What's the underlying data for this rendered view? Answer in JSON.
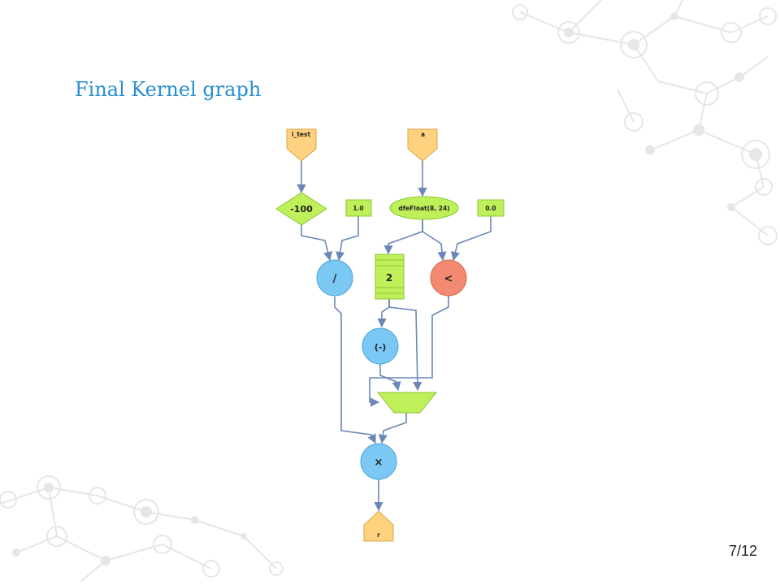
{
  "slide": {
    "title": "Final Kernel graph",
    "page_number": "7/12"
  },
  "graph": {
    "inputs": {
      "i_test": "i_test",
      "a": "a"
    },
    "constants": {
      "const_1": "1.0",
      "const_0": "0.0"
    },
    "nodes": {
      "neg100": "-100",
      "cast": "dfeFloat(8, 24)",
      "div": "/",
      "buffer": "2",
      "less": "<",
      "negate": "(-)",
      "mul": "×"
    },
    "output": "r"
  },
  "colors": {
    "accent": "#2a8fd0",
    "io_node": "#ffd27f",
    "op_green": "#bff05a",
    "op_blue": "#7cc8f4",
    "op_red": "#f28a72",
    "edge": "#6b87b8",
    "bg_network": "#e4e6e8"
  },
  "icons": [
    "network-decoration-icon",
    "arrow-icon"
  ]
}
